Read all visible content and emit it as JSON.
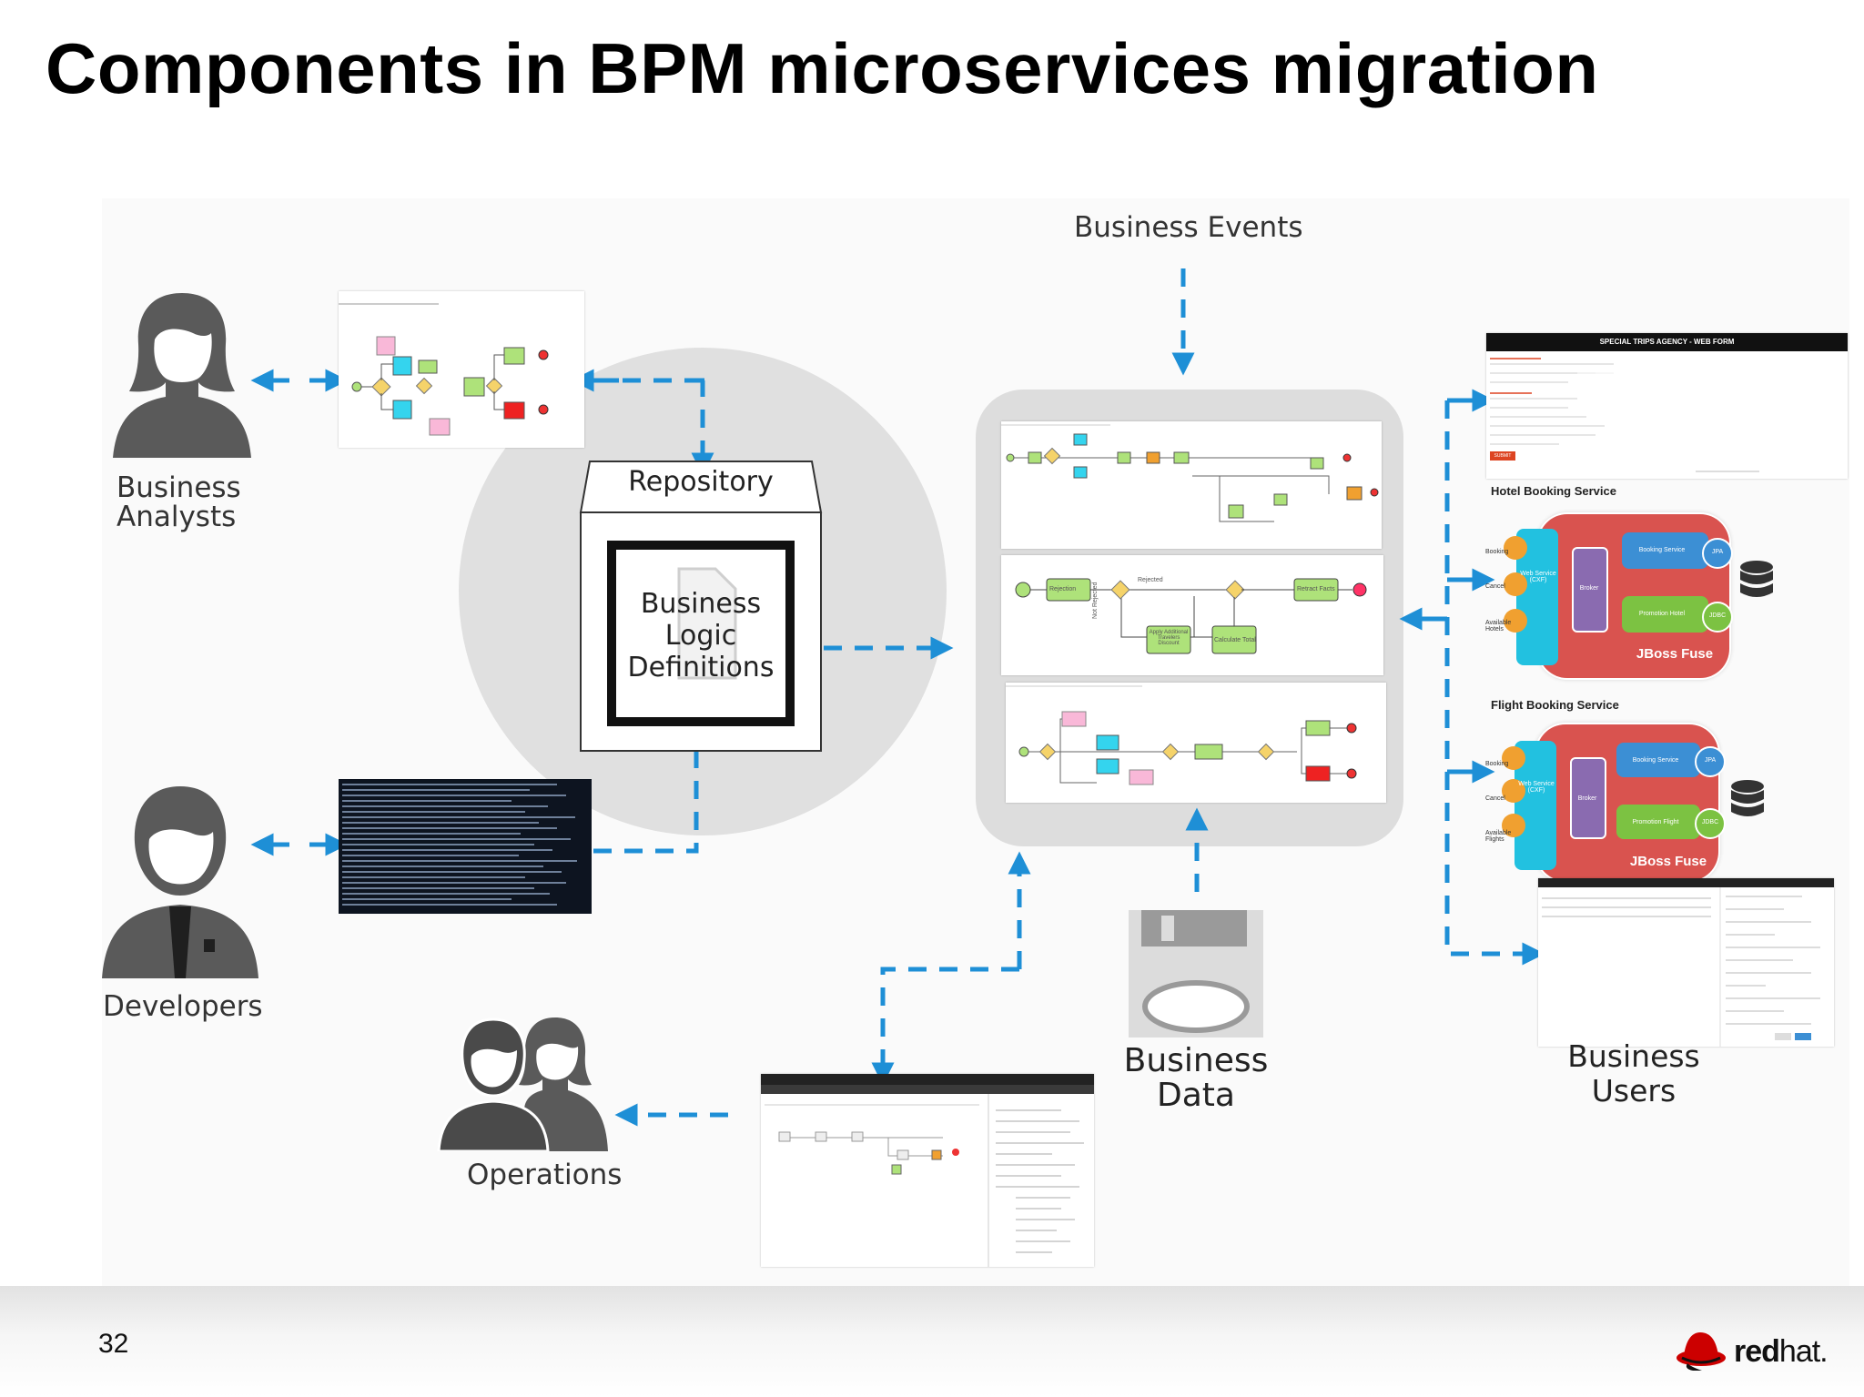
{
  "title": "Components in BPM microservices migration",
  "actors": {
    "analysts": "Business\nAnalysts",
    "developers": "Developers",
    "operations": "Operations",
    "users": "Business\nUsers"
  },
  "events_label": "Business  Events",
  "repository": {
    "label": "Repository",
    "definitions": "Business\nLogic\nDefinitions"
  },
  "data_label": "Business\nData",
  "process_screen": {
    "rejection": "Rejection",
    "rejected": "Rejected",
    "retract": "Retract Facts",
    "not_rejected": "Not Rejected",
    "apply": "Apply Additional Travelers Discount",
    "calculate": "Calculate Total"
  },
  "web_form": {
    "header": "SPECIAL TRIPS AGENCY - WEB FORM",
    "submit": "SUBMIT"
  },
  "services": [
    {
      "title": "Hotel Booking Service",
      "inputs": [
        "Booking",
        "Cancel",
        "Available Hotels"
      ],
      "web": "Web Service (CXF)",
      "broker": "Broker",
      "service_a": "Booking Service",
      "service_b": "Promotion Hotel",
      "badge_a": "JPA",
      "badge_b": "JDBC",
      "fuse": "JBoss Fuse"
    },
    {
      "title": "Flight Booking Service",
      "inputs": [
        "Booking",
        "Cancel",
        "Available Flights"
      ],
      "web": "Web Service (CXF)",
      "broker": "Broker",
      "service_a": "Booking Service",
      "service_b": "Promotion Flight",
      "badge_a": "JPA",
      "badge_b": "JDBC",
      "fuse": "JBoss Fuse"
    }
  ],
  "page_number": "32",
  "logo": {
    "bold": "red",
    "light": "hat."
  },
  "colors": {
    "arrow": "#1e8fd6",
    "person": "#5a5a5a",
    "fuse_red": "#d9534f",
    "web_cyan": "#22c1e0",
    "broker_purple": "#8a6bb0",
    "svc_blue": "#3c8fd4",
    "svc_green": "#7cc242",
    "badge_orange": "#f0a030"
  }
}
